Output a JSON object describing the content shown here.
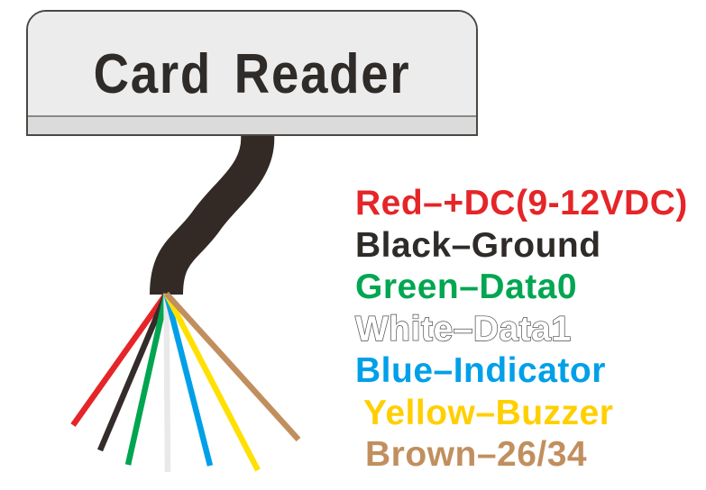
{
  "page": {
    "background": "#FFFFFF"
  },
  "device": {
    "title": "Card Reader",
    "title_color": "#2E2B28",
    "body_color": "#ECECEC",
    "slot_color": "#DBDBDB",
    "outline_color": "#4C4743"
  },
  "cable": {
    "name": "cable",
    "color": "#332A26"
  },
  "wires": [
    {
      "name": "red-wire",
      "color": "#E52528"
    },
    {
      "name": "black-wire",
      "color": "#332C2A"
    },
    {
      "name": "green-wire",
      "color": "#00A550"
    },
    {
      "name": "white-wire",
      "color": "#E9E9E9"
    },
    {
      "name": "blue-wire",
      "color": "#00A0E8"
    },
    {
      "name": "yellow-wire",
      "color": "#FFE000"
    },
    {
      "name": "brown-wire",
      "color": "#C18F5E"
    }
  ],
  "legend": [
    {
      "label": "Red–+DC(9-12VDC)",
      "color": "#E52528"
    },
    {
      "label": "Black–Ground",
      "color": "#2E2B29"
    },
    {
      "label": "Green–Data0",
      "color": "#00A651"
    },
    {
      "label": "White–Data1",
      "color": "#FFFFFF",
      "outline_color": "#4A4A4A"
    },
    {
      "label": "Blue–Indicator",
      "color": "#00A0E8"
    },
    {
      "label": "Yellow–Buzzer",
      "color": "#FFCF00"
    },
    {
      "label": "Brown–26/34",
      "color": "#C18F5E"
    }
  ]
}
